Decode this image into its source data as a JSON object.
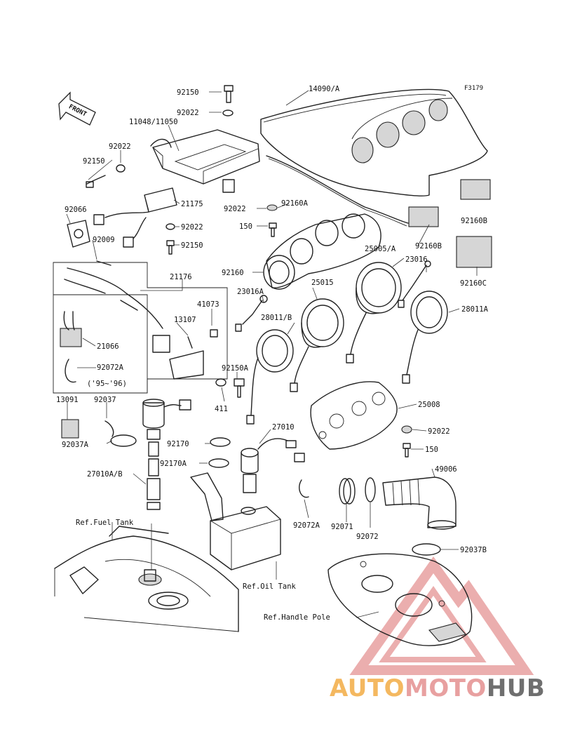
{
  "diagram_code": "F3179",
  "front_arrow_label": "FRONT",
  "colors": {
    "watermark_red": "#e8a0a0",
    "watermark_orange": "#f4b860",
    "watermark_grey": "#6f6f6f",
    "line": "#222222"
  },
  "watermark": {
    "part1": "AUTO",
    "part2": "MOTO",
    "part3": "HUB"
  },
  "parts": [
    {
      "id": "p92150_top",
      "text": "92150"
    },
    {
      "id": "p14090",
      "text": "14090/A"
    },
    {
      "id": "p92022_top",
      "text": "92022"
    },
    {
      "id": "p11048",
      "text": "11048/11050"
    },
    {
      "id": "p92022_l",
      "text": "92022"
    },
    {
      "id": "p92150_l",
      "text": "92150"
    },
    {
      "id": "p92066",
      "text": "92066"
    },
    {
      "id": "p21175",
      "text": "21175"
    },
    {
      "id": "p92022_c",
      "text": "92022"
    },
    {
      "id": "p92160A",
      "text": "92160A"
    },
    {
      "id": "p92022_r",
      "text": "92022"
    },
    {
      "id": "p150_a",
      "text": "150"
    },
    {
      "id": "p92009",
      "text": "92009"
    },
    {
      "id": "p92150_c",
      "text": "92150"
    },
    {
      "id": "p92160B_top",
      "text": "92160B"
    },
    {
      "id": "p92160B",
      "text": "92160B"
    },
    {
      "id": "p25005",
      "text": "25005/A"
    },
    {
      "id": "p23016",
      "text": "23016"
    },
    {
      "id": "p92160",
      "text": "92160"
    },
    {
      "id": "p92160C",
      "text": "92160C"
    },
    {
      "id": "p21176",
      "text": "21176"
    },
    {
      "id": "p23016A",
      "text": "23016A"
    },
    {
      "id": "p25015",
      "text": "25015"
    },
    {
      "id": "p41073",
      "text": "41073"
    },
    {
      "id": "p28011B",
      "text": "28011/B"
    },
    {
      "id": "p28011A",
      "text": "28011A"
    },
    {
      "id": "p13107",
      "text": "13107"
    },
    {
      "id": "p21066",
      "text": "21066"
    },
    {
      "id": "p92072A_box",
      "text": "92072A"
    },
    {
      "id": "p9596",
      "text": "('95~'96)"
    },
    {
      "id": "p92150A",
      "text": "92150A"
    },
    {
      "id": "p411",
      "text": "411"
    },
    {
      "id": "p13091",
      "text": "13091"
    },
    {
      "id": "p92037",
      "text": "92037"
    },
    {
      "id": "p25008",
      "text": "25008"
    },
    {
      "id": "p92037A",
      "text": "92037A"
    },
    {
      "id": "p27010",
      "text": "27010"
    },
    {
      "id": "p92022_gk",
      "text": "92022"
    },
    {
      "id": "p92170",
      "text": "92170"
    },
    {
      "id": "p150_b",
      "text": "150"
    },
    {
      "id": "p92170A",
      "text": "92170A"
    },
    {
      "id": "p49006",
      "text": "49006"
    },
    {
      "id": "p27010AB",
      "text": "27010A/B"
    },
    {
      "id": "p92072A",
      "text": "92072A"
    },
    {
      "id": "p92071",
      "text": "92071"
    },
    {
      "id": "p92072",
      "text": "92072"
    },
    {
      "id": "pRefFuel",
      "text": "Ref.Fuel Tank"
    },
    {
      "id": "p92037B",
      "text": "92037B"
    },
    {
      "id": "pRefOil",
      "text": "Ref.Oil Tank"
    },
    {
      "id": "pRefHandle",
      "text": "Ref.Handle Pole"
    }
  ]
}
